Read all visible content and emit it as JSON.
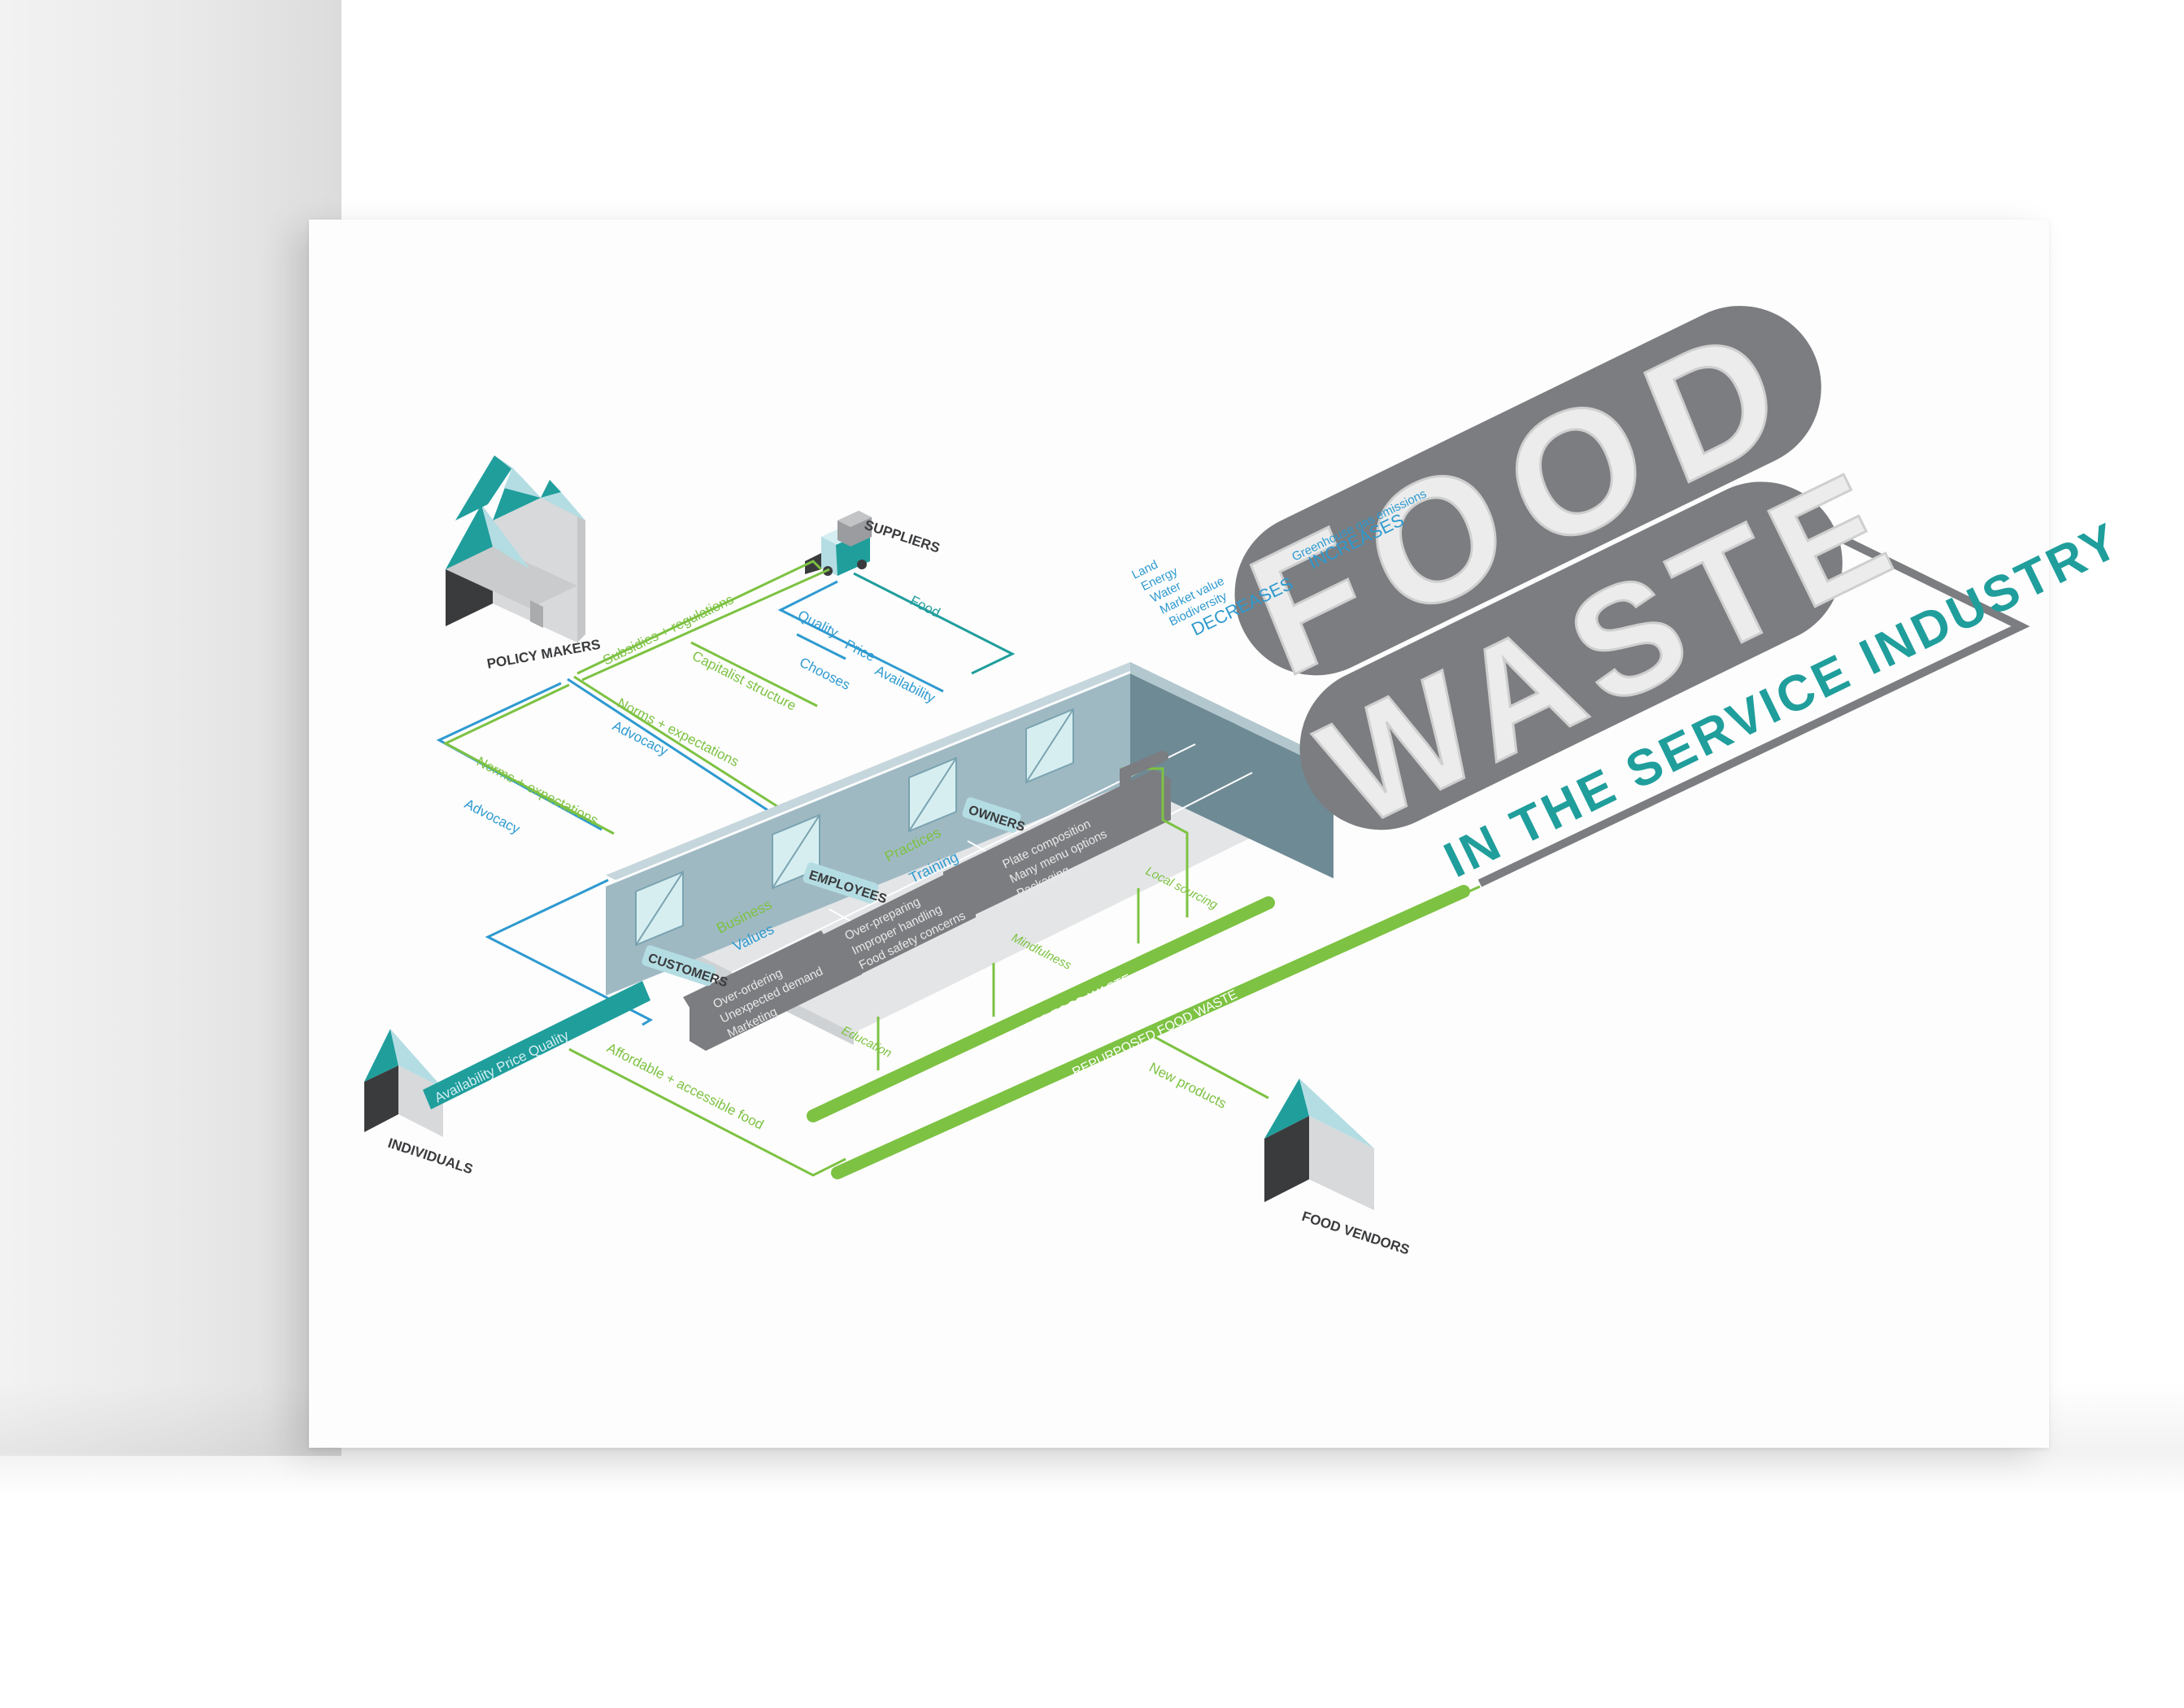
{
  "colors": {
    "teal": "#1f9e9c",
    "green": "#7dc242",
    "blue": "#2e9ad0",
    "gray": "#7b7d80",
    "dark": "#3a3b3d",
    "light_teal": "#b4dde3",
    "wall": "#9fb9c3",
    "wall_dark": "#6e8a95",
    "floor": "#e3e5e7"
  },
  "title": {
    "line1": "FOOD",
    "line2": "WASTE",
    "subtitle": "IN THE SERVICE INDUSTRY"
  },
  "impacts": {
    "decreases_items": [
      "Land",
      "Energy",
      "Water",
      "Market value",
      "Biodiversity"
    ],
    "decreases_label": "DECREASES",
    "increases_items": [
      "Greenhouse gas emissions"
    ],
    "increases_label": "INCREASES"
  },
  "stakeholders": {
    "policy_makers": "POLICY MAKERS",
    "suppliers": "SUPPLIERS",
    "individuals": "INDIVIDUALS",
    "food_vendors": "FOOD VENDORS"
  },
  "flows": {
    "subsidies": "Subsidies + regulations",
    "capitalist": "Capitalist structure",
    "quality": "Quality",
    "price": "Price",
    "availability": "Availability",
    "chooses": "Chooses",
    "food": "Food",
    "norms1": "Norms + expectations",
    "advocacy1": "Advocacy",
    "norms2": "Norms + expectations",
    "advocacy2": "Advocacy",
    "individual_choice": "Availability  Price  Quality",
    "affordable": "Affordable + accessible food",
    "new_products": "New products"
  },
  "restaurant": {
    "customers": "CUSTOMERS",
    "employees": "EMPLOYEES",
    "owners": "OWNERS",
    "business": "Business",
    "values": "Values",
    "practices": "Practices",
    "training": "Training",
    "customer_causes": [
      "Over-ordering",
      "Unexpected demand",
      "Marketing"
    ],
    "employee_causes": [
      "Over-preparing",
      "Improper handling",
      "Food safety concerns"
    ],
    "owner_causes": [
      "Plate composition",
      "Many menu options",
      "Packaging"
    ],
    "education": "Education",
    "mindfulness": "Mindfulness",
    "local_sourcing": "Local sourcing",
    "reduces": "REDUCES FOOD WASTE",
    "repurposed": "REPURPOSED FOOD WASTE"
  }
}
